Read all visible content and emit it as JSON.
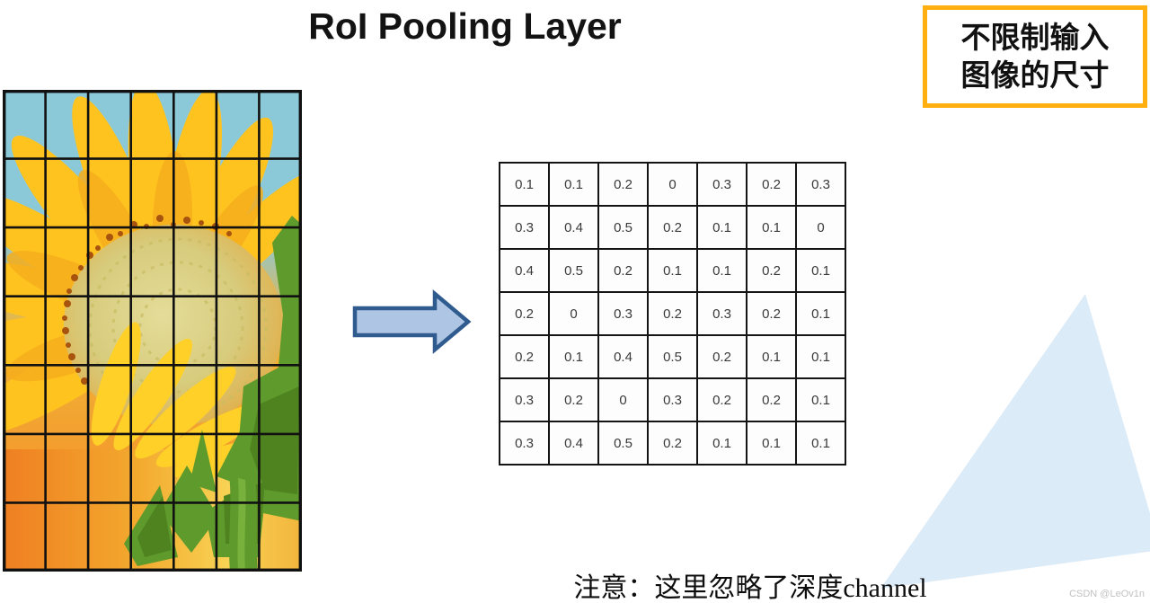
{
  "slide": {
    "title": "RoI Pooling Layer",
    "note": "注意：这里忽略了深度channel",
    "watermark": "CSDN @LeOv1n"
  },
  "callout": {
    "line1": "不限制输入",
    "line2": "图像的尺寸",
    "border_color": "#FFB010"
  },
  "input_image": {
    "content": "sunflower-photo",
    "grid_rows": 7,
    "grid_cols": 7,
    "grid_color": "#111111"
  },
  "arrow": {
    "direction": "right",
    "fill": "#AEC6E4",
    "stroke": "#2F5B8F"
  },
  "feature_map": {
    "rows": 7,
    "cols": 7,
    "values": [
      [
        "0.1",
        "0.1",
        "0.2",
        "0",
        "0.3",
        "0.2",
        "0.3"
      ],
      [
        "0.3",
        "0.4",
        "0.5",
        "0.2",
        "0.1",
        "0.1",
        "0"
      ],
      [
        "0.4",
        "0.5",
        "0.2",
        "0.1",
        "0.1",
        "0.2",
        "0.1"
      ],
      [
        "0.2",
        "0",
        "0.3",
        "0.2",
        "0.3",
        "0.2",
        "0.1"
      ],
      [
        "0.2",
        "0.1",
        "0.4",
        "0.5",
        "0.2",
        "0.1",
        "0.1"
      ],
      [
        "0.3",
        "0.2",
        "0",
        "0.3",
        "0.2",
        "0.2",
        "0.1"
      ],
      [
        "0.3",
        "0.4",
        "0.5",
        "0.2",
        "0.1",
        "0.1",
        "0.1"
      ]
    ]
  },
  "decor": {
    "triangle_color": "#DCEBF8"
  }
}
